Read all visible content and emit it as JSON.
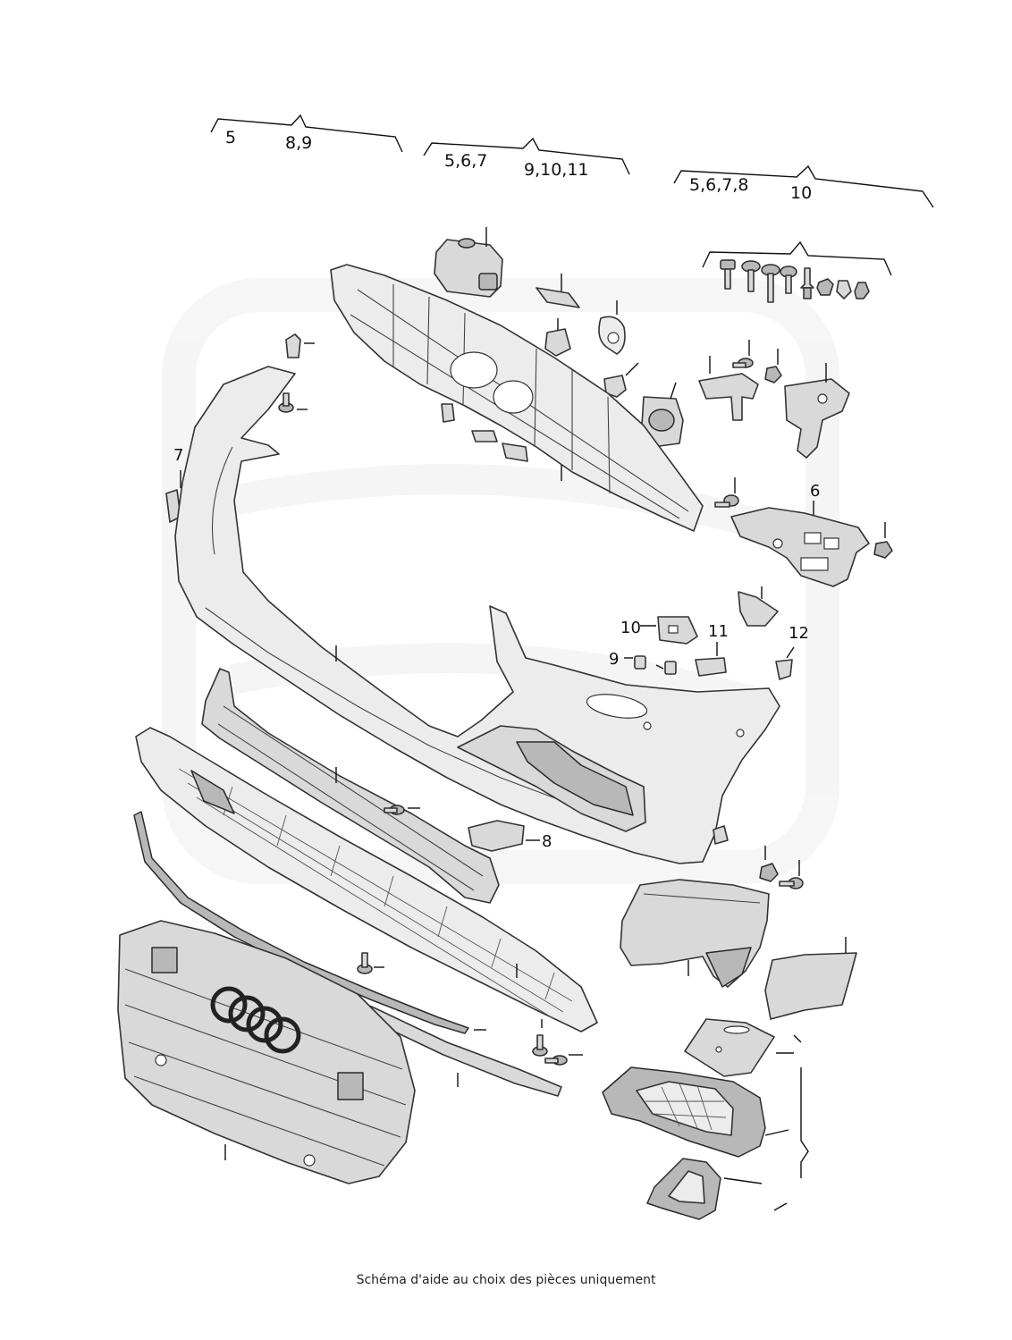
{
  "diagram": {
    "group_labels": [
      "5",
      "8,9",
      "5,6,7",
      "9,10,11",
      "5,6,7,8",
      "10"
    ],
    "callouts": [
      "7",
      "6",
      "10",
      "11",
      "9",
      "12",
      "8"
    ]
  },
  "footer": {
    "caption": "Schéma d'aide au choix des pièces uniquement"
  },
  "colors": {
    "line": "#333333",
    "part_fill": "#d9d9d9",
    "watermark": "#f1f1f1"
  }
}
